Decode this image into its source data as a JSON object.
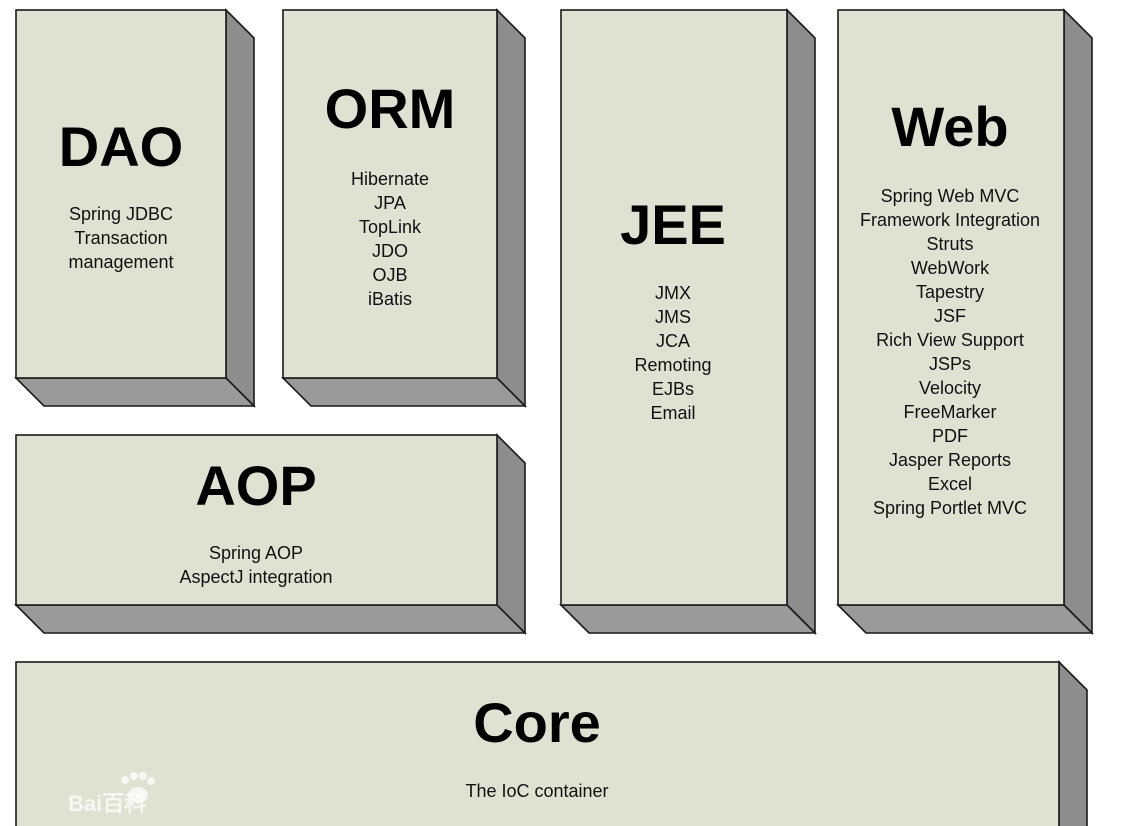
{
  "modules": [
    {
      "id": "dao",
      "title": "DAO",
      "items": [
        "Spring JDBC",
        "Transaction",
        "management"
      ]
    },
    {
      "id": "orm",
      "title": "ORM",
      "items": [
        "Hibernate",
        "JPA",
        "TopLink",
        "JDO",
        "OJB",
        "iBatis"
      ]
    },
    {
      "id": "jee",
      "title": "JEE",
      "items": [
        "JMX",
        "JMS",
        "JCA",
        "Remoting",
        "EJBs",
        "Email"
      ]
    },
    {
      "id": "web",
      "title": "Web",
      "items": [
        "Spring Web MVC",
        "Framework Integration",
        "Struts",
        "WebWork",
        "Tapestry",
        "JSF",
        "Rich View Support",
        "JSPs",
        "Velocity",
        "FreeMarker",
        "PDF",
        "Jasper Reports",
        "Excel",
        "Spring Portlet MVC"
      ]
    },
    {
      "id": "aop",
      "title": "AOP",
      "items": [
        "Spring AOP",
        "AspectJ integration"
      ]
    },
    {
      "id": "core",
      "title": "Core",
      "items": [
        "The IoC container"
      ]
    }
  ],
  "watermark": {
    "text": "Bai百科"
  },
  "colors": {
    "face": "#dfe2d3",
    "side": "#8d8d8d",
    "outline": "#1a1a1a"
  }
}
